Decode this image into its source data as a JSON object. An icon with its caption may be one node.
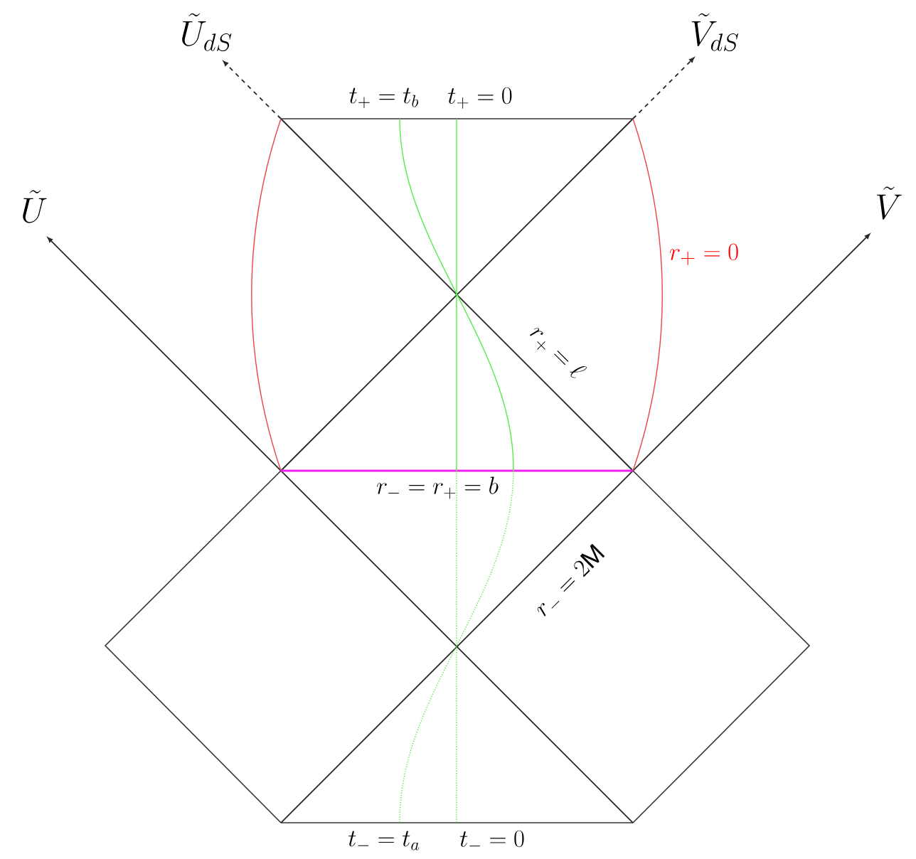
{
  "diagram": {
    "labels": [
      "\\tilde{U}_{dS}",
      "\\tilde{V}_{dS}",
      "t_+ = t_b",
      "t_+ = 0",
      "\\tilde{U}",
      "\\tilde{V}",
      "r_+ = 0",
      "r_+ = \\ell",
      "r_- = r_+ = b",
      "r_- = 2\\mathrm{M}",
      "t_- = t_a",
      "t_- = 0"
    ]
  }
}
